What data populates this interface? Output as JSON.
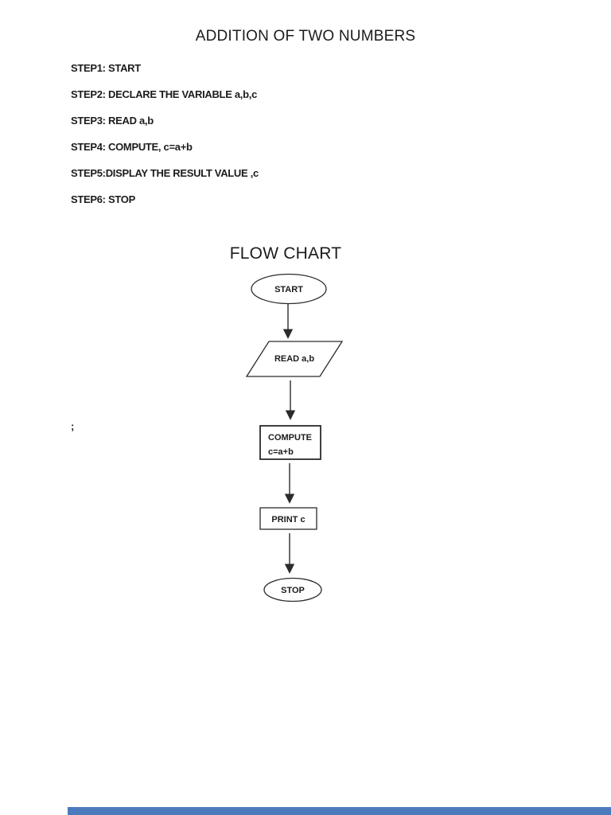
{
  "title": "ADDITION OF TWO NUMBERS",
  "steps": [
    "STEP1: START",
    "STEP2: DECLARE THE VARIABLE a,b,c",
    "STEP3: READ a,b",
    "STEP4: COMPUTE, c=a+b",
    "STEP5:DISPLAY THE RESULT VALUE ,c",
    "STEP6: STOP"
  ],
  "stray_text": ";",
  "flowchart": {
    "heading": "FLOW CHART",
    "nodes": [
      {
        "type": "terminator",
        "label": "START"
      },
      {
        "type": "io",
        "label": "READ a,b"
      },
      {
        "type": "process",
        "label_lines": [
          "COMPUTE",
          "c=a+b"
        ]
      },
      {
        "type": "process",
        "label": "PRINT c"
      },
      {
        "type": "terminator",
        "label": "STOP"
      }
    ],
    "edges": [
      "START -> READ a,b",
      "READ a,b -> COMPUTE c=a+b",
      "COMPUTE c=a+b -> PRINT c",
      "PRINT c -> STOP"
    ]
  },
  "colors": {
    "background": "#ffffff",
    "ink": "#1c1c1c",
    "shape_stroke": "#2b2b2b",
    "bottom_bar": "#4b7bbd"
  }
}
